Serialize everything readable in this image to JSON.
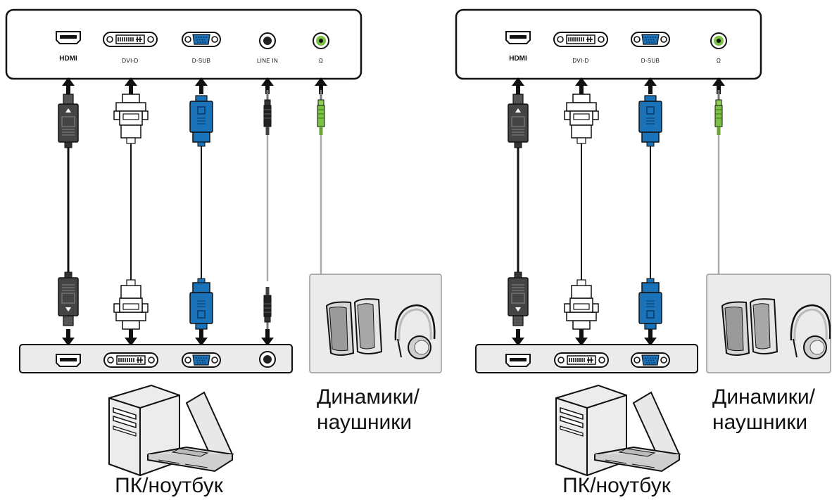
{
  "diagrams": [
    {
      "id": "left",
      "monitor_ports": {
        "hdmi": "HDMI",
        "dvi": "DVI-D",
        "dsub": "D-SUB",
        "line_in": "LINE IN",
        "headphone": "Ω"
      },
      "speakers_label_line1": "Динамики/",
      "speakers_label_line2": "наушники",
      "pc_label": "ПК/ноутбук"
    },
    {
      "id": "right",
      "monitor_ports": {
        "hdmi": "HDMI",
        "dvi": "DVI-D",
        "dsub": "D-SUB",
        "headphone": "Ω"
      },
      "speakers_label_line1": "Динамики/",
      "speakers_label_line2": "наушники",
      "pc_label": "ПК/ноутбук"
    }
  ],
  "colors": {
    "panel_fill": "#ebebeb",
    "outline": "#1a1a1a",
    "vga_blue": "#1a72b8",
    "audio_green": "#7cc242",
    "hdmi_cable": "#3a3a3a",
    "wire_gray": "#aaaaaa"
  },
  "icons": [
    "hdmi-port-icon",
    "dvi-port-icon",
    "vga-port-icon",
    "audio-jack-icon",
    "speakers-icon",
    "headphones-icon",
    "pc-tower-icon",
    "laptop-icon",
    "arrow-up-icon",
    "arrow-down-icon"
  ]
}
